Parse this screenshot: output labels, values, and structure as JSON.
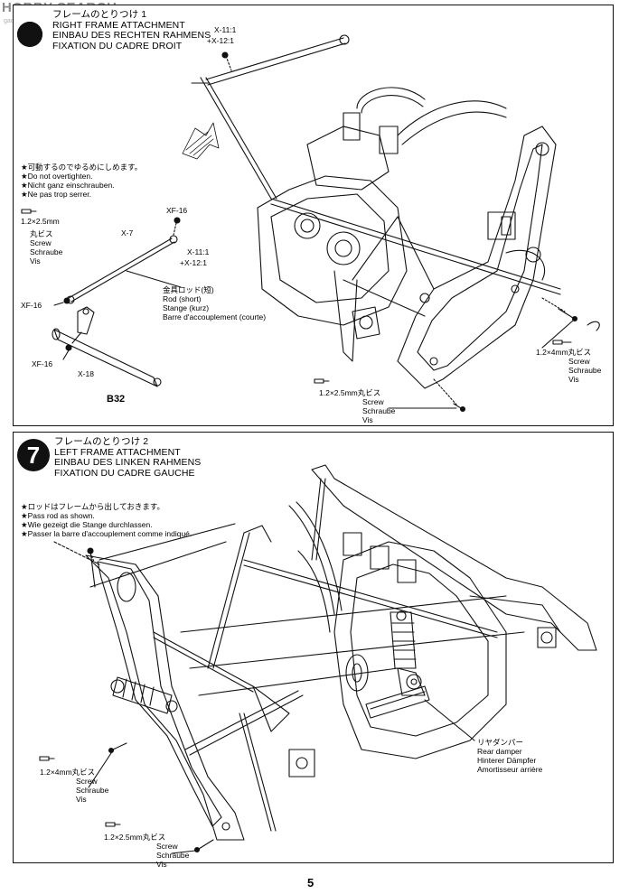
{
  "watermark": {
    "text": "HOBBY SEARCH",
    "sub": "gaoda.com"
  },
  "step6": {
    "jp": "フレームのとりつけ 1",
    "en": "RIGHT FRAME ATTACHMENT",
    "de": "EINBAU DES RECHTEN RAHMENS",
    "fr": "FIXATION DU CADRE DROIT",
    "note": [
      "★可動するのでゆるめにしめます。",
      "★Do not overtighten.",
      "★Nicht ganz einschrauben.",
      "★Ne pas trop serrer."
    ],
    "parts_top": [
      "X-11:1",
      "+X-12:1"
    ],
    "parts_mid": [
      "X-11:1",
      "+X-12:1"
    ],
    "xf16_top": "XF-16",
    "x7": "X-7",
    "xf16_left": "XF-16",
    "xf16_bottom": "XF-16",
    "x18": "X-18",
    "b32": "B32",
    "rod_jp": "金具ロッド(短)",
    "rod": [
      "Rod (short)",
      "Stange (kurz)",
      "Barre d'accouplement (courte)"
    ],
    "screw_small_size": "1.2×2.5mm",
    "screw_small_jp": "丸ビス",
    "screw_labels": [
      "Screw",
      "Schraube",
      "Vis"
    ],
    "screw_bottom_size": "1.2×2.5mm丸ビス",
    "screw_right_size": "1.2×4mm丸ビス"
  },
  "step7": {
    "number": "7",
    "jp": "フレームのとりつけ 2",
    "en": "LEFT FRAME ATTACHMENT",
    "de": "EINBAU DES LINKEN RAHMENS",
    "fr": "FIXATION DU CADRE GAUCHE",
    "note": [
      "★ロッドはフレームから出しておきます。",
      "★Pass rod as shown.",
      "★Wie gezeigt die Stange durchlassen.",
      "★Passer la barre d'accouplement comme indiqué."
    ],
    "damper_jp": "リヤダンパー",
    "damper": [
      "Rear damper",
      "Hinterer Dämpfer",
      "Amortisseur arrière"
    ],
    "screw_left_size": "1.2×4mm丸ビス",
    "screw_bottom_size": "1.2×2.5mm丸ビス",
    "screw_labels": [
      "Screw",
      "Schraube",
      "Vis"
    ]
  },
  "page_number": "5"
}
